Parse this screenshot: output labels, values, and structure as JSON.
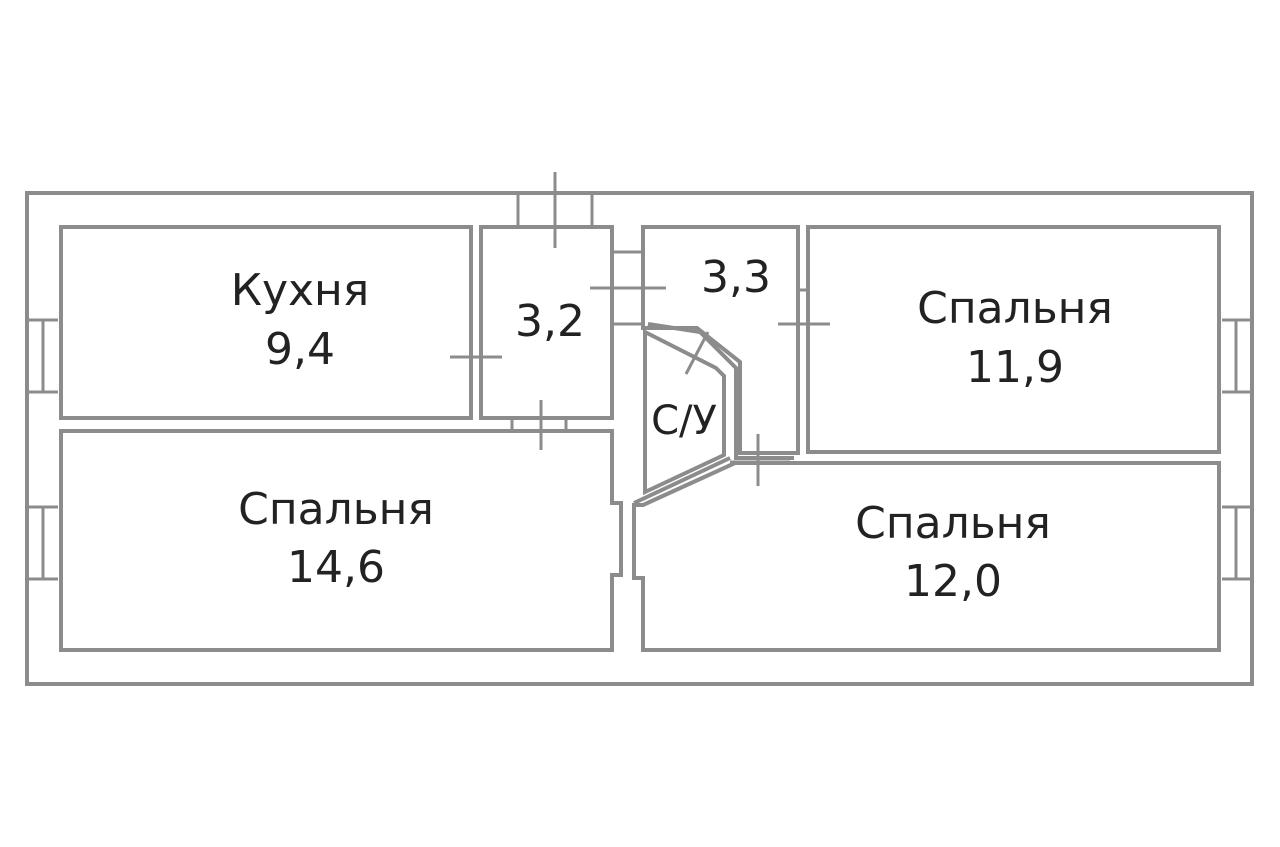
{
  "rooms": {
    "kitchen": {
      "name": "Кухня",
      "area": "9,4"
    },
    "hall_left": {
      "name": "",
      "area": "3,2"
    },
    "hall_right": {
      "name": "",
      "area": "3,3"
    },
    "bathroom": {
      "name": "С/У",
      "area": ""
    },
    "bedroom_top_right": {
      "name": "Спальня",
      "area": "11,9"
    },
    "bedroom_bottom_left": {
      "name": "Спальня",
      "area": "14,6"
    },
    "bedroom_bottom_right": {
      "name": "Спальня",
      "area": "12,0"
    }
  },
  "colors": {
    "wall": "#8c8c8c",
    "text": "#222222",
    "background": "#ffffff"
  }
}
